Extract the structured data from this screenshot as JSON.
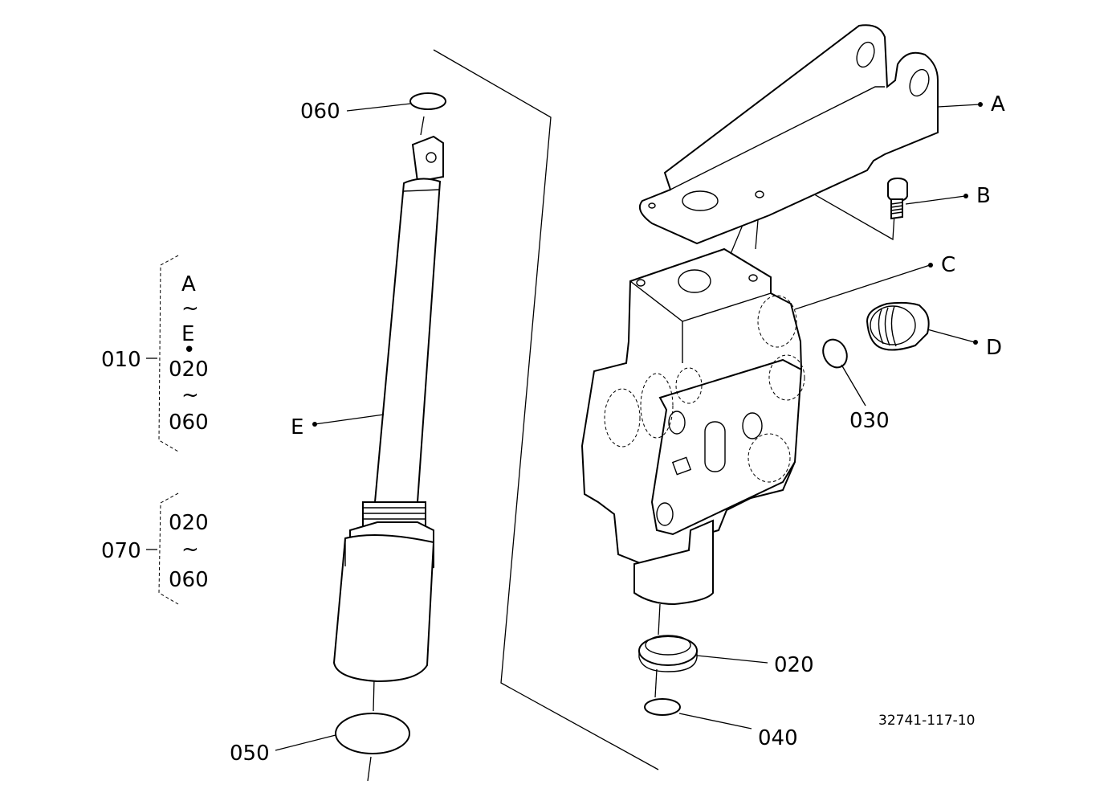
{
  "callouts": {
    "A": "A",
    "B": "B",
    "C": "C",
    "D": "D",
    "E": "E",
    "p020": "020",
    "p030": "030",
    "p040": "040",
    "p050": "050",
    "p060": "060"
  },
  "assemblies": [
    {
      "number": "010",
      "contents": [
        "A",
        "~",
        "E",
        "•",
        "020",
        "~",
        "060"
      ]
    },
    {
      "number": "070",
      "contents": [
        "020",
        "~",
        "060"
      ]
    }
  ],
  "reference_number": "32741-117-10"
}
